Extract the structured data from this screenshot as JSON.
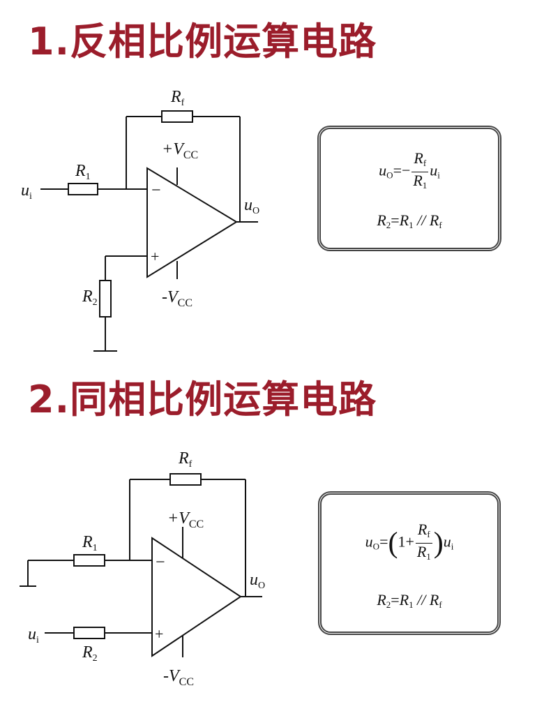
{
  "sections": [
    {
      "title": "1.反相比例运算电路",
      "labels": {
        "rf": "R",
        "rf_sub": "f",
        "r1": "R",
        "r1_sub": "1",
        "r2": "R",
        "r2_sub": "2",
        "vcc_pos": "+V",
        "vcc_pos_sub": "CC",
        "vcc_neg": "-V",
        "vcc_neg_sub": "CC",
        "ui": "u",
        "ui_sub": "i",
        "uo": "u",
        "uo_sub": "O",
        "minus": "−",
        "plus": "+"
      },
      "formula1": {
        "lhs": "u",
        "lhs_sub": "O",
        "eq": "=−",
        "num": "R",
        "num_sub": "f",
        "den": "R",
        "den_sub": "1",
        "tail": "u",
        "tail_sub": "i"
      },
      "formula2": {
        "a": "R",
        "a_sub": "2",
        "eq": "=",
        "b": "R",
        "b_sub": "1",
        "op": "//",
        "c": "R",
        "c_sub": "f"
      }
    },
    {
      "title": "2.同相比例运算电路",
      "labels": {
        "rf": "R",
        "rf_sub": "f",
        "r1": "R",
        "r1_sub": "1",
        "r2": "R",
        "r2_sub": "2",
        "vcc_pos": "+V",
        "vcc_pos_sub": "CC",
        "vcc_neg": "-V",
        "vcc_neg_sub": "CC",
        "ui": "u",
        "ui_sub": "i",
        "uo": "u",
        "uo_sub": "O",
        "minus": "−",
        "plus": "+"
      },
      "formula1": {
        "lhs": "u",
        "lhs_sub": "O",
        "eq": "=",
        "lparen": "(",
        "one": "1+",
        "num": "R",
        "num_sub": "f",
        "den": "R",
        "den_sub": "1",
        "rparen": ")",
        "tail": "u",
        "tail_sub": "i"
      },
      "formula2": {
        "a": "R",
        "a_sub": "2",
        "eq": "=",
        "b": "R",
        "b_sub": "1",
        "op": "//",
        "c": "R",
        "c_sub": "f"
      }
    }
  ],
  "colors": {
    "title": "#9b1d2b",
    "ink": "#111111",
    "box_border": "#444444"
  }
}
